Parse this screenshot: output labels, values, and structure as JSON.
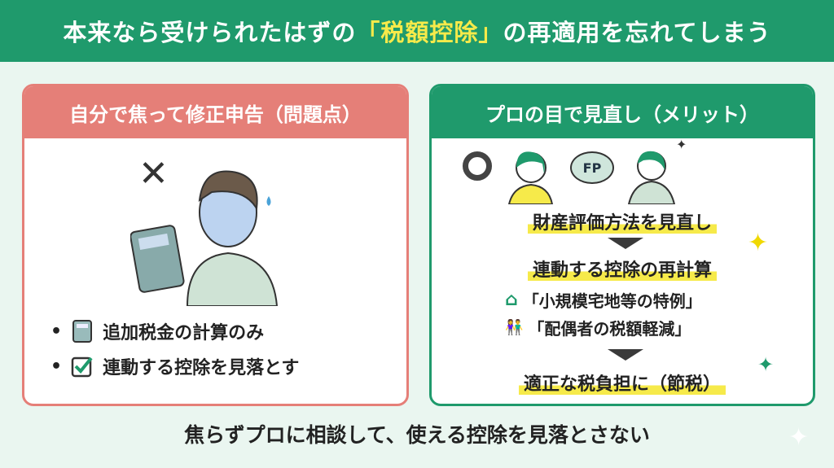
{
  "title": {
    "before": "本来なら受けられたはずの",
    "highlight": "「税額控除」",
    "after": "の再適用を忘れてしまう"
  },
  "left": {
    "heading": "自分で焦って修正申告（問題点）",
    "mark": "✕",
    "bullets": [
      "追加税金の計算のみ",
      "連動する控除を見落とす"
    ]
  },
  "right": {
    "heading": "プロの目で見直し（メリット）",
    "mark": "〇",
    "fp_label": "FP",
    "steps": [
      "財産評価方法を見直し",
      "連動する控除の再計算",
      "適正な税負担に（節税）"
    ],
    "subitems": [
      "「小規模宅地等の特例」",
      "「配偶者の税額軽減」"
    ]
  },
  "footer": "焦らずプロに相談して、使える控除を見落とさない",
  "colors": {
    "green": "#1f9a6c",
    "coral": "#e57f78",
    "yellow": "#f6ea4a"
  }
}
